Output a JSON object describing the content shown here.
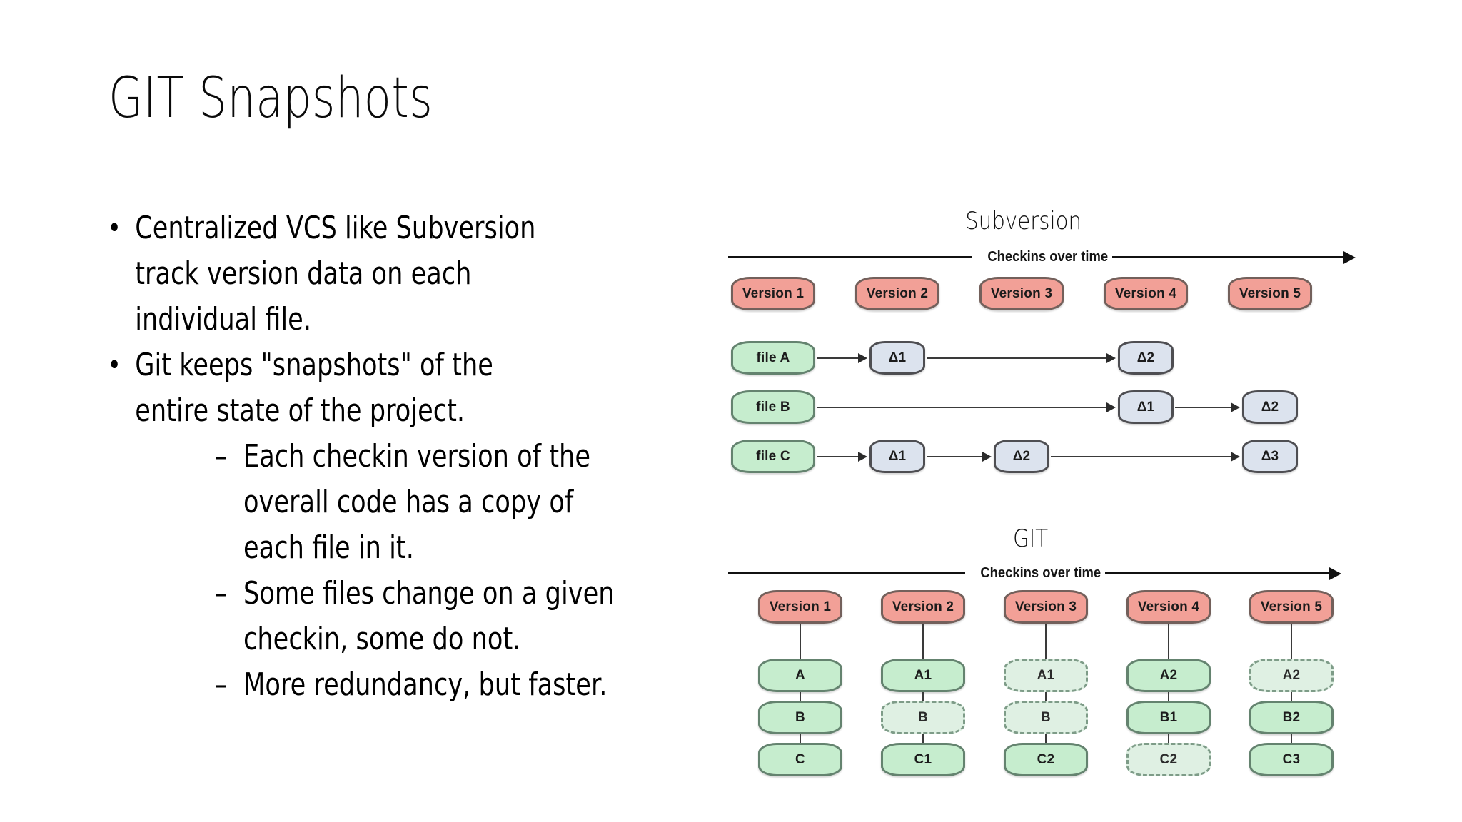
{
  "slide": {
    "title": "GIT Snapshots",
    "background_color": "#FFFFFF"
  },
  "body": {
    "bullets": [
      {
        "level": 1,
        "marker": "•",
        "lines": [
          "Centralized VCS like Subversion",
          "track version data on each",
          "individual file."
        ]
      },
      {
        "level": 1,
        "marker": "•",
        "lines": [
          "Git keeps \"snapshots\" of the",
          "entire state of the project."
        ]
      },
      {
        "level": 2,
        "marker": "–",
        "lines": [
          "Each checkin version of the",
          "overall code has a copy of",
          "each file in it."
        ]
      },
      {
        "level": 2,
        "marker": "–",
        "lines": [
          "Some files change on a given",
          "checkin, some do not."
        ]
      },
      {
        "level": 2,
        "marker": "–",
        "lines": [
          "More redundancy, but faster."
        ]
      }
    ]
  },
  "colors": {
    "version_fill": "#F2A097",
    "version_border": "#73605B",
    "file_fill": "#C6EDCE",
    "file_border": "#64836F",
    "delta_fill": "#DCE3EE",
    "delta_border": "#4E4E52",
    "ghost_fill": "#DFF0E3",
    "ghost_border": "#7E9C88",
    "line": "#2B2B2B",
    "text": "#000000"
  },
  "subversion_diagram": {
    "title": "Subversion",
    "axis_label": "Checkins over time",
    "versions": [
      "Version 1",
      "Version 2",
      "Version 3",
      "Version 4",
      "Version 5"
    ],
    "rows": [
      {
        "file_label": "file A",
        "deltas": [
          {
            "label": "Δ1",
            "column": 2
          },
          {
            "label": "Δ2",
            "column": 4
          }
        ]
      },
      {
        "file_label": "file B",
        "deltas": [
          {
            "label": "Δ1",
            "column": 4
          },
          {
            "label": "Δ2",
            "column": 5
          }
        ]
      },
      {
        "file_label": "file C",
        "deltas": [
          {
            "label": "Δ1",
            "column": 2
          },
          {
            "label": "Δ2",
            "column": 3
          },
          {
            "label": "Δ3",
            "column": 5
          }
        ]
      }
    ]
  },
  "git_diagram": {
    "title": "GIT",
    "axis_label": "Checkins over time",
    "versions": [
      "Version 1",
      "Version 2",
      "Version 3",
      "Version 4",
      "Version 5"
    ],
    "columns": [
      {
        "version": "Version 1",
        "files": [
          {
            "label": "A",
            "changed": true
          },
          {
            "label": "B",
            "changed": true
          },
          {
            "label": "C",
            "changed": true
          }
        ]
      },
      {
        "version": "Version 2",
        "files": [
          {
            "label": "A1",
            "changed": true
          },
          {
            "label": "B",
            "changed": false
          },
          {
            "label": "C1",
            "changed": true
          }
        ]
      },
      {
        "version": "Version 3",
        "files": [
          {
            "label": "A1",
            "changed": false
          },
          {
            "label": "B",
            "changed": false
          },
          {
            "label": "C2",
            "changed": true
          }
        ]
      },
      {
        "version": "Version 4",
        "files": [
          {
            "label": "A2",
            "changed": true
          },
          {
            "label": "B1",
            "changed": true
          },
          {
            "label": "C2",
            "changed": false
          }
        ]
      },
      {
        "version": "Version 5",
        "files": [
          {
            "label": "A2",
            "changed": false
          },
          {
            "label": "B2",
            "changed": true
          },
          {
            "label": "C3",
            "changed": true
          }
        ]
      }
    ]
  }
}
